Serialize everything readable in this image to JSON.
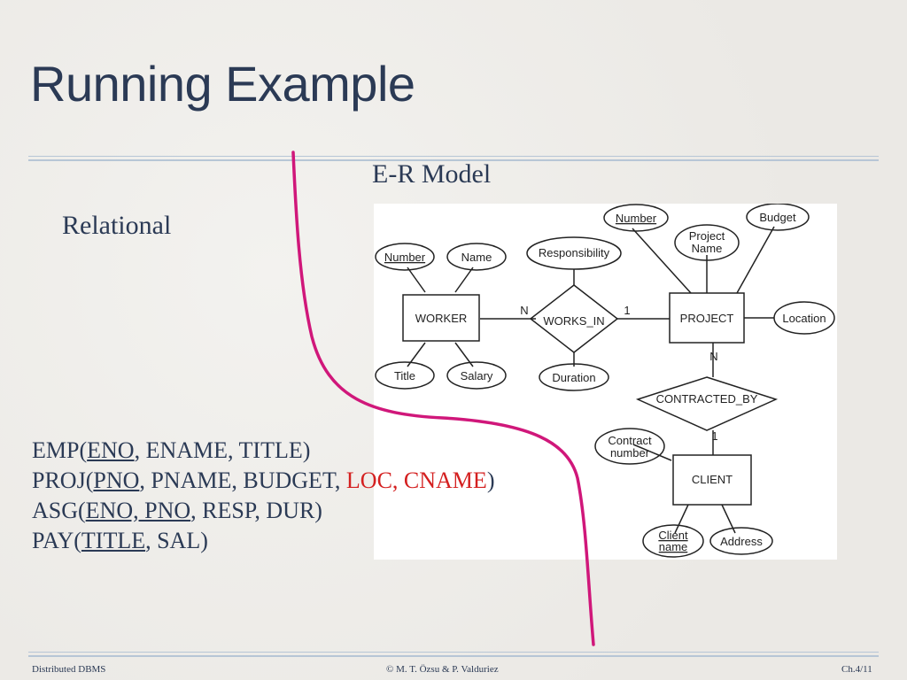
{
  "slide": {
    "title": "Running Example",
    "er_label": "E-R Model",
    "relational_label": "Relational"
  },
  "relations": [
    {
      "name": "EMP(",
      "key": "ENO",
      "rest": ", ENAME, TITLE)"
    },
    {
      "name": "PROJ(",
      "key": "PNO",
      "rest": ", PNAME, BUDGET, ",
      "highlight": "LOC, CNAME",
      "end": ")"
    },
    {
      "name": "ASG(",
      "key": "ENO, PNO",
      "rest": ", RESP, DUR)"
    },
    {
      "name": "PAY(",
      "key": "TITLE",
      "rest": ", SAL)"
    }
  ],
  "er": {
    "entities": [
      "WORKER",
      "PROJECT",
      "CLIENT"
    ],
    "relationships": [
      "WORKS_IN",
      "CONTRACTED_BY"
    ],
    "attributes": {
      "worker_number": "Number",
      "worker_name": "Name",
      "worker_title": "Title",
      "worker_salary": "Salary",
      "responsibility": "Responsibility",
      "duration": "Duration",
      "project_number": "Number",
      "project_name_1": "Project",
      "project_name_2": "Name",
      "budget": "Budget",
      "location": "Location",
      "contract_number_1": "Contract",
      "contract_number_2": "number",
      "client_name_1": "Client",
      "client_name_2": "name",
      "address": "Address"
    },
    "cardinalities": {
      "works_in_worker": "N",
      "works_in_project": "1",
      "contracted_project": "N",
      "contracted_client": "1"
    }
  },
  "colors": {
    "title": "#2b3a55",
    "highlight": "#d42020",
    "divider": "#d0177a"
  },
  "footer": {
    "left": "Distributed DBMS",
    "center": "© M. T. Özsu & P. Valduriez",
    "right": "Ch.4/11"
  }
}
